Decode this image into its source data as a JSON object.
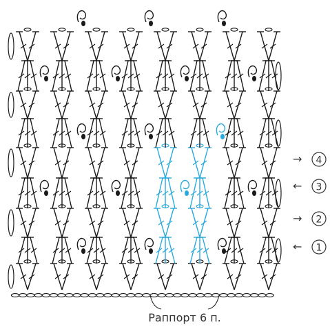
{
  "repeat_label": "Раппорт 6 п.",
  "row_markers": [
    {
      "row": 1,
      "direction": "←",
      "number": "1"
    },
    {
      "row": 2,
      "direction": "→",
      "number": "2"
    },
    {
      "row": 3,
      "direction": "←",
      "number": "3"
    },
    {
      "row": 4,
      "direction": "→",
      "number": "4"
    }
  ],
  "colors": {
    "ink": "#1a1a1a",
    "highlight": "#29a9dc"
  }
}
